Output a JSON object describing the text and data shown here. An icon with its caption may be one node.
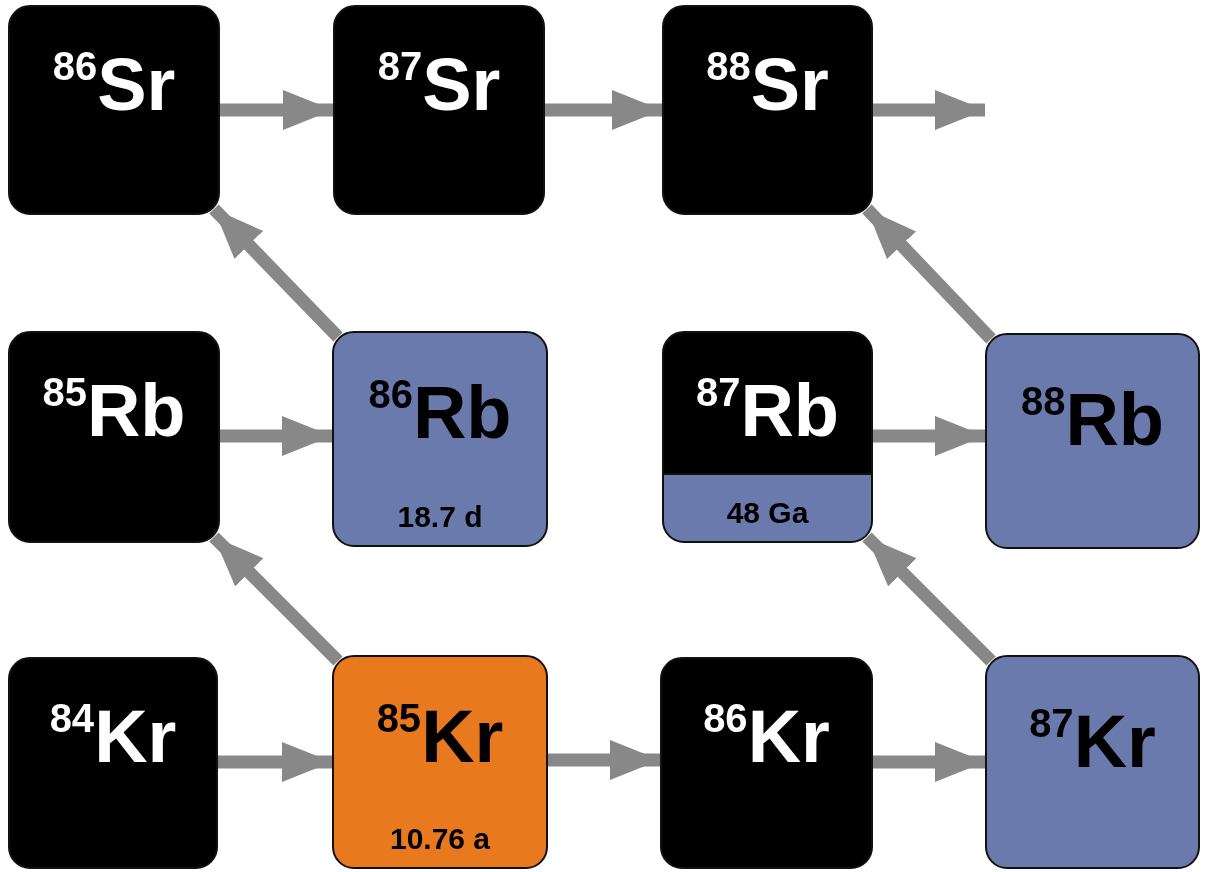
{
  "diagram": {
    "nodes": [
      {
        "text": [
          "$^{86}$Sr"
        ]
      },
      {
        "text": [
          "$^{87}$Sr"
        ]
      },
      {
        "text": [
          "$^{88}$Sr"
        ]
      },
      {
        "text": [
          "$^{85}$Rb"
        ]
      },
      {
        "text": [
          "$^{86}$Rb",
          "18.7 d"
        ]
      },
      {
        "text": [
          "$^{87}$Rb",
          "48 Ga"
        ]
      },
      {
        "text": [
          "$^{88}$Rb"
        ]
      },
      {
        "text": [
          "$^{84}$Kr"
        ]
      },
      {
        "text": [
          "$^{85}$Kr",
          "10.76 a"
        ]
      },
      {
        "text": [
          "$^{86}$Kr"
        ]
      },
      {
        "text": [
          "$^{87}$Kr"
        ]
      }
    ],
    "edges": [
      {
        "from": 0,
        "to": 1,
        "arrow": "to"
      },
      {
        "from": 1,
        "to": 2,
        "arrow": "to"
      },
      {
        "from": 2,
        "to": null,
        "arrow": "to"
      },
      {
        "from": 4,
        "to": 0,
        "arrow": "to"
      },
      {
        "from": 3,
        "to": 4,
        "arrow": "to"
      },
      {
        "from": 5,
        "to": 6,
        "arrow": "to"
      },
      {
        "from": 6,
        "to": 2,
        "arrow": "to"
      },
      {
        "from": 8,
        "to": 3,
        "arrow": "to"
      },
      {
        "from": 7,
        "to": 8,
        "arrow": "to"
      },
      {
        "from": 8,
        "to": 9,
        "arrow": "to"
      },
      {
        "from": 9,
        "to": 10,
        "arrow": "to"
      },
      {
        "from": 10,
        "to": 5,
        "arrow": "to"
      }
    ]
  }
}
